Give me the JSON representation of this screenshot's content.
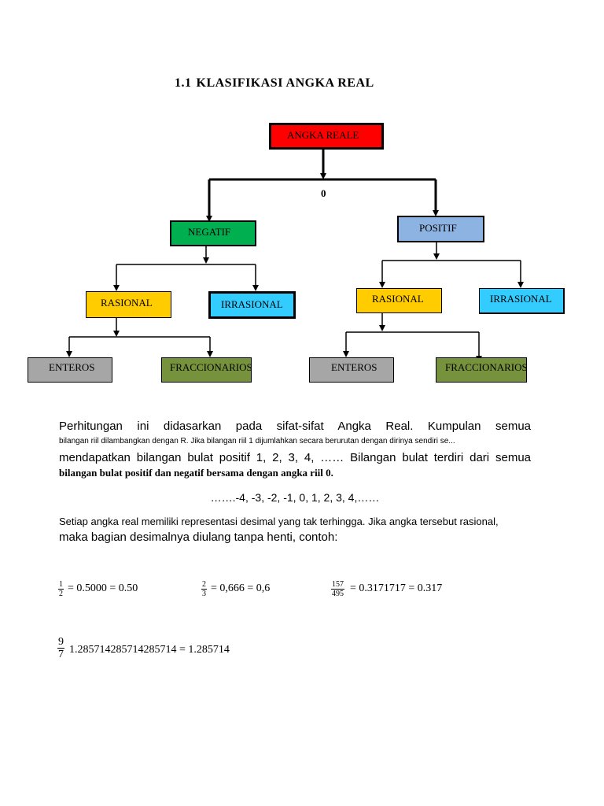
{
  "title": {
    "number": "1.1",
    "text": "KLASIFIKASI  ANGKA  REAL"
  },
  "diagram": {
    "root": "ANGKA REALE",
    "zero_label": "0",
    "negative": "NEGATIF",
    "positive": "POSITIF",
    "neg_rational": "RASIONAL",
    "neg_irrational": "IRRASIONAL",
    "pos_rational": "RASIONAL",
    "pos_irrational": "IRRASIONAL",
    "neg_integers": "ENTEROS",
    "neg_fractions": "FRACCIONARIOS",
    "pos_integers": "ENTEROS",
    "pos_fractions": "FRACCIONARIOS",
    "colors": {
      "root": "#ff0000",
      "negative": "#00b050",
      "positive": "#8db3e2",
      "rational": "#ffcc00",
      "irrational": "#33ccff",
      "integers": "#a6a6a6",
      "fractions": "#76923c"
    }
  },
  "body": {
    "p1_line1": "Perhitungan ini didasarkan pada sifat-sifat Angka Real. Kumpulan semua",
    "p1_line2": "bilangan riil dilambangkan dengan R. Jika bilangan riil 1 dijumlahkan secara berurutan dengan dirinya sendiri se...",
    "p1_line3": "mendapatkan bilangan bulat positif 1, 2, 3, 4, …… Bilangan bulat terdiri dari semua",
    "p1_line4": "bilangan bulat positif dan negatif bersama dengan angka riil 0.",
    "sequence": "…….-4, -3, -2, -1, 0, 1, 2, 3, 4,……",
    "p2_line1": "Setiap angka real memiliki representasi desimal yang tak terhingga. Jika angka tersebut rasional,",
    "p2_line2": "maka bagian desimalnya diulang tanpa henti, contoh:"
  },
  "examples": [
    {
      "num": "1",
      "den": "2",
      "value": "= 0.5000 = 0.50"
    },
    {
      "num": "2",
      "den": "3",
      "value": "= 0,666 = 0,6"
    },
    {
      "num": "157",
      "den": "495",
      "value": "= 0.3171717 = 0.317"
    },
    {
      "num": "9",
      "den": "7",
      "value": "1.285714285714285714 = 1.285714"
    }
  ]
}
